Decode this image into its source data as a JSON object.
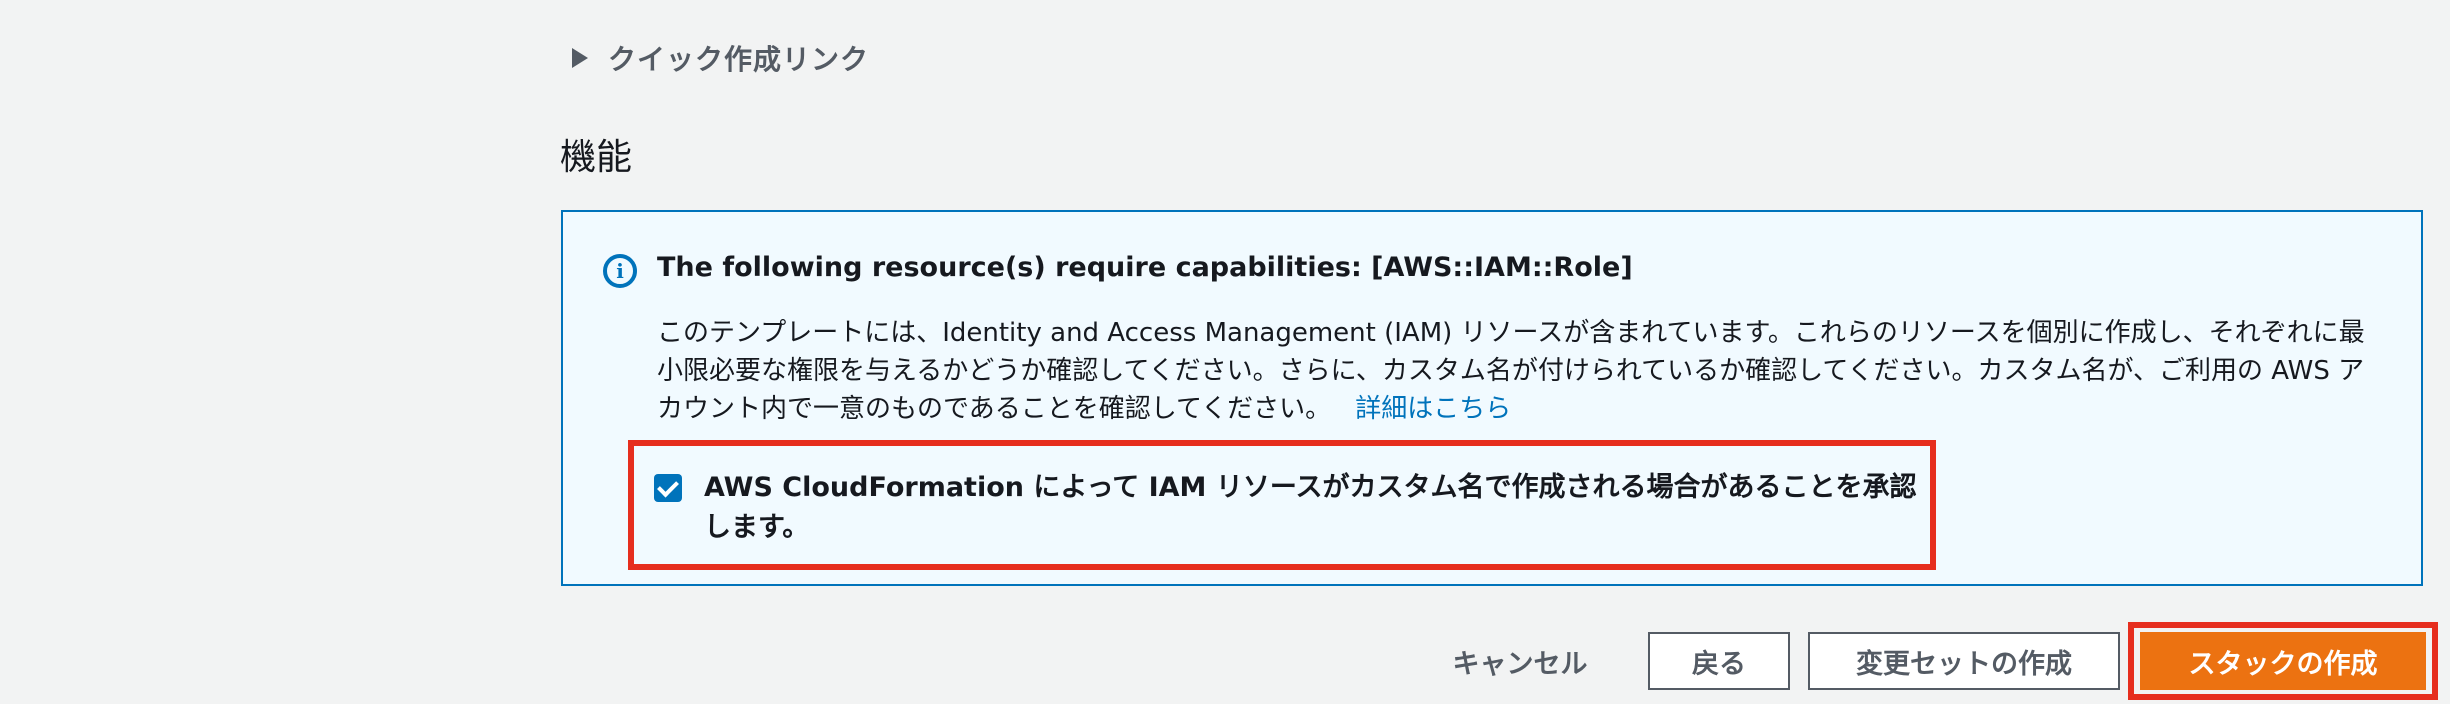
{
  "quick_create": {
    "label": "クイック作成リンク"
  },
  "capabilities": {
    "title": "機能",
    "info_box": {
      "icon": "info-icon",
      "icon_glyph": "i",
      "heading": "The following resource(s) require capabilities: [AWS::IAM::Role]",
      "body": "このテンプレートには、Identity and Access Management (IAM) リソースが含まれています。これらのリソースを個別に作成し、それぞれに最小限必要な権限を与えるかどうか確認してください。さらに、カスタム名が付けられているか確認してください。カスタム名が、ご利用の AWS アカウント内で一意のものであることを確認してください。",
      "link_text": "詳細はこちら"
    },
    "acknowledgement": {
      "checked": true,
      "label": "AWS CloudFormation によって IAM リソースがカスタム名で作成される場合があることを承認します。"
    }
  },
  "footer": {
    "cancel_label": "キャンセル",
    "back_label": "戻る",
    "create_changeset_label": "変更セットの作成",
    "create_stack_label": "スタックの作成"
  },
  "colors": {
    "accent": "#0073bb",
    "primary_button": "#ec7211",
    "highlight": "#e62e1e",
    "info_background": "#f1faff",
    "page_background": "#f2f3f3"
  }
}
